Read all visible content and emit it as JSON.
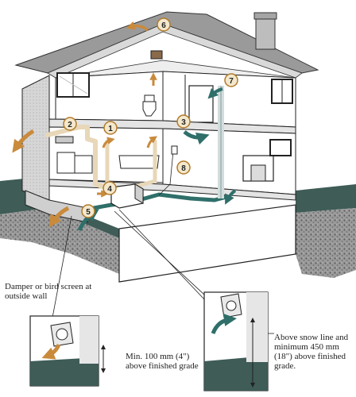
{
  "callouts": {
    "damper": "Damper or bird screen at outside wall",
    "inset_left": "Min. 100 mm (4\") above finished grade",
    "inset_right": "Above snow line and minimum 450 mm (18\") above finished grade."
  },
  "markers": [
    "1",
    "2",
    "3",
    "4",
    "5",
    "6",
    "7",
    "8"
  ],
  "colors": {
    "exhaust_arrow": "#c98a3c",
    "fresh_air_arrow": "#2f6f6a",
    "marker_fill": "#f4e8cc",
    "marker_stroke": "#b07a2a",
    "grass": "#3f5c57",
    "soil": "#8f8f8f",
    "roof": "#9a9a9a"
  }
}
